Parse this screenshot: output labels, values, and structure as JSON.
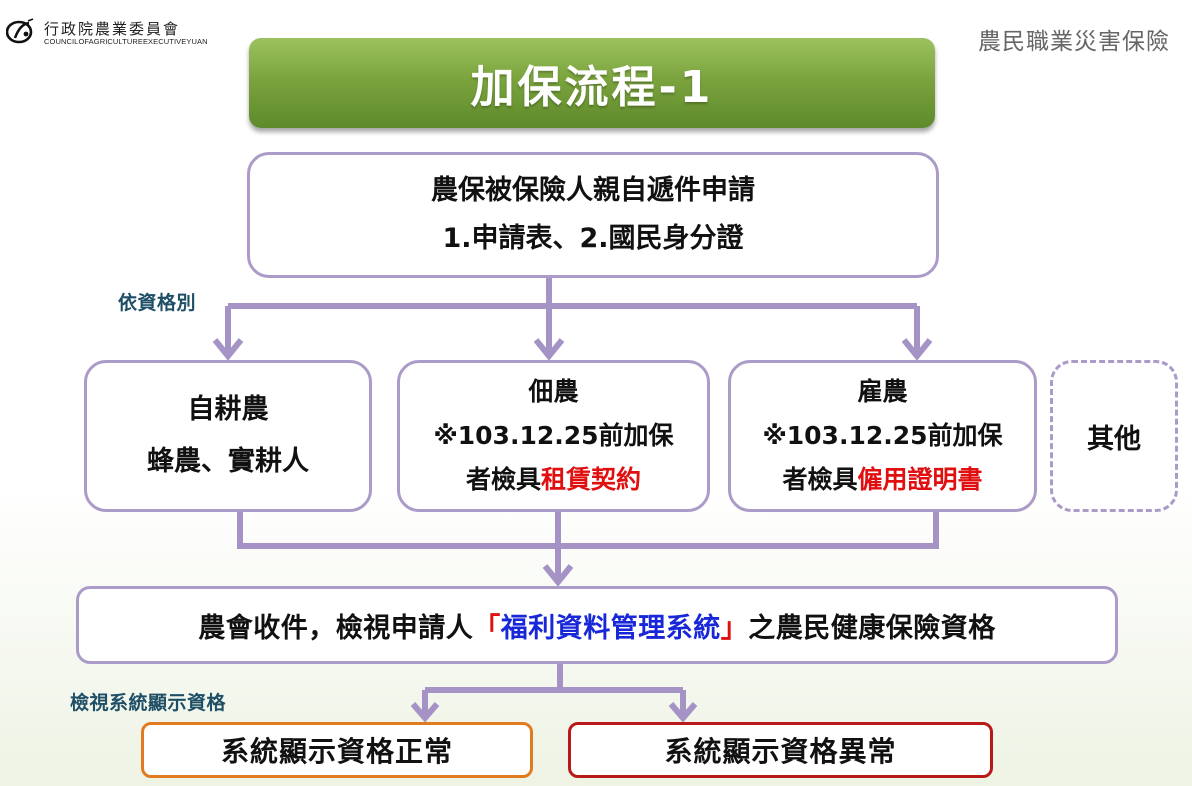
{
  "header": {
    "logo_cn": "行政院農業委員會",
    "logo_en": "COUNCILOFAGRICULTUREEXECUTIVEYUAN",
    "right_title": "農民職業災害保險"
  },
  "title": "加保流程-1",
  "top_box": {
    "line1": "農保被保險人親自遞件申請",
    "line2": "1.申請表、2.國民身分證"
  },
  "label_by_qualification": "依資格別",
  "categories": {
    "self_farmer": {
      "line1": "自耕農",
      "line2": "蜂農、實耕人"
    },
    "tenant": {
      "line1": "佃農",
      "line2": "※103.12.25前加保",
      "line3_prefix": "者檢具",
      "line3_red": "租賃契約"
    },
    "hired": {
      "line1": "雇農",
      "line2": "※103.12.25前加保",
      "line3_prefix": "者檢具",
      "line3_red": "僱用證明書"
    },
    "other": {
      "line1": "其他"
    }
  },
  "review_box": {
    "prefix": "農會收件，檢視申請人",
    "quote_open": "「",
    "system_name": "福利資料管理系統",
    "quote_close": "」",
    "suffix": "之農民健康保險資格"
  },
  "label_view_system": "檢視系統顯示資格",
  "results": {
    "normal": "系統顯示資格正常",
    "abnormal": "系統顯示資格異常"
  },
  "colors": {
    "banner_green": "#7ba43e",
    "box_border_purple": "#ab9bc8",
    "connector_purple": "#a593c6",
    "highlight_red": "#e01010",
    "highlight_blue": "#1828d8",
    "normal_border_orange": "#e07b20",
    "abnormal_border_red": "#b81a1a"
  }
}
